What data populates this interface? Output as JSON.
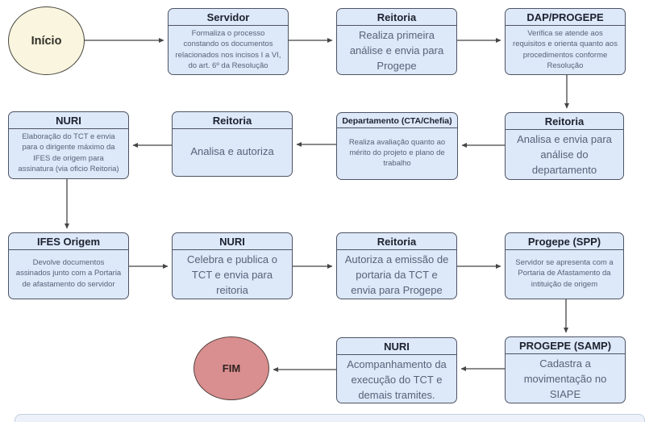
{
  "diagram": {
    "start": {
      "label": "Início"
    },
    "end": {
      "label": "FIM"
    },
    "nodes": {
      "servidor": {
        "title": "Servidor",
        "body": "Formaliza o processo constando os documentos relacionados nos incisos I a VI, do art. 6º da Resolução"
      },
      "reitoria_primeira_analise": {
        "title": "Reitoria",
        "body": "Realiza primeira análise e envia para Progepe"
      },
      "dap_progepe": {
        "title": "DAP/PROGEPE",
        "body": "Verifica se atende aos requisitos e orienta quanto aos procedimentos conforme Resolução"
      },
      "reitoria_envia_departamento": {
        "title": "Reitoria",
        "body": "Analisa e envia para análise do departamento"
      },
      "departamento": {
        "title": "Departamento (CTA/Chefia)",
        "body": "Realiza avaliação quanto ao mérito do projeto e plano de trabalho"
      },
      "reitoria_autoriza": {
        "title": "Reitoria",
        "body": "Analisa e autoriza"
      },
      "nuri_elaboracao": {
        "title": "NURI",
        "body": "Elaboração do TCT e envia para o dirigente máximo da IFES de origem para assinatura (via oficio Reitoria)"
      },
      "ifes_origem": {
        "title": "IFES Origem",
        "body": "Devolve documentos assinados junto com a Portaria de afastamento do servidor"
      },
      "nuri_celebra": {
        "title": "NURI",
        "body": "Celebra e publica o TCT e envia para reitoria"
      },
      "reitoria_portaria": {
        "title": "Reitoria",
        "body": "Autoriza a emissão de portaria da TCT e envia para Progepe"
      },
      "progepe_spp": {
        "title": "Progepe (SPP)",
        "body": "Servidor se apresenta com a Portaria de Afastamento da intituição de origem"
      },
      "progepe_samp": {
        "title": "PROGEPE (SAMP)",
        "body": "Cadastra a movimentação no SIAPE"
      },
      "nuri_acompanhamento": {
        "title": "NURI",
        "body": "Acompanhamento da execução do TCT e demais tramites."
      }
    },
    "colors": {
      "node_fill": "#dde8f8",
      "node_border": "#4d5464",
      "start_fill": "#faf5de",
      "end_fill": "#d98f8f",
      "arrow": "#454545"
    }
  }
}
